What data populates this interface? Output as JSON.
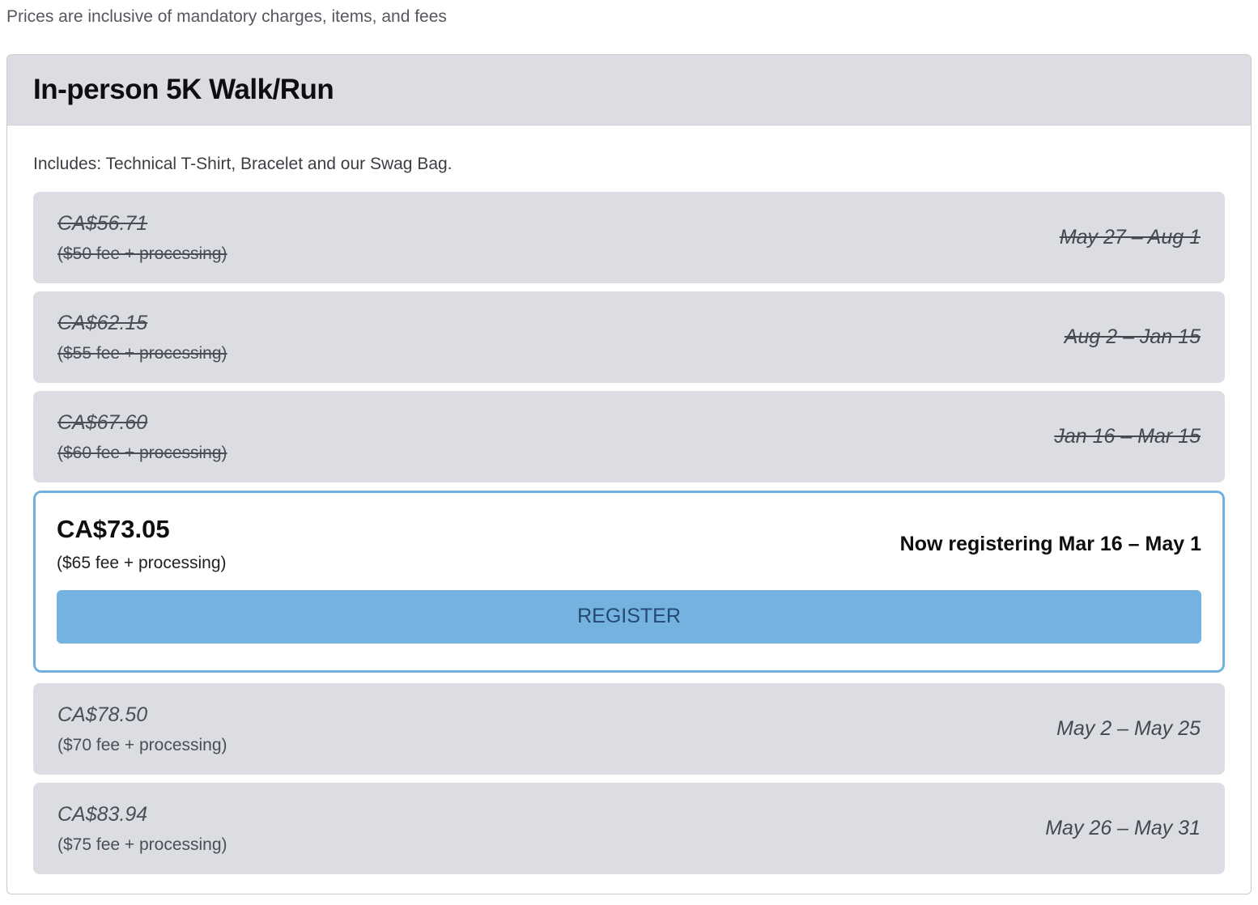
{
  "note": "Prices are inclusive of mandatory charges, items, and fees",
  "card": {
    "title": "In-person 5K Walk/Run",
    "includes": "Includes: Technical T-Shirt, Bracelet and our Swag Bag."
  },
  "tiers": [
    {
      "price": "CA$56.71",
      "fee": "($50 fee + processing)",
      "dates": "May 27 – Aug 1",
      "state": "past"
    },
    {
      "price": "CA$62.15",
      "fee": "($55 fee + processing)",
      "dates": "Aug 2 – Jan 15",
      "state": "past"
    },
    {
      "price": "CA$67.60",
      "fee": "($60 fee + processing)",
      "dates": "Jan 16 – Mar 15",
      "state": "past"
    },
    {
      "price": "CA$73.05",
      "fee": "($65 fee + processing)",
      "dates": "Now registering Mar 16 – May 1",
      "state": "active",
      "button_label": "REGISTER"
    },
    {
      "price": "CA$78.50",
      "fee": "($70 fee + processing)",
      "dates": "May 2 – May 25",
      "state": "future"
    },
    {
      "price": "CA$83.94",
      "fee": "($75 fee + processing)",
      "dates": "May 26 – May 31",
      "state": "future"
    }
  ],
  "colors": {
    "tier_background": "#dcdde3",
    "active_border_blue": "#72b1df",
    "register_button_blue": "#74b2e0",
    "register_text_navy": "#254972",
    "muted_text": "#4b4e55"
  }
}
